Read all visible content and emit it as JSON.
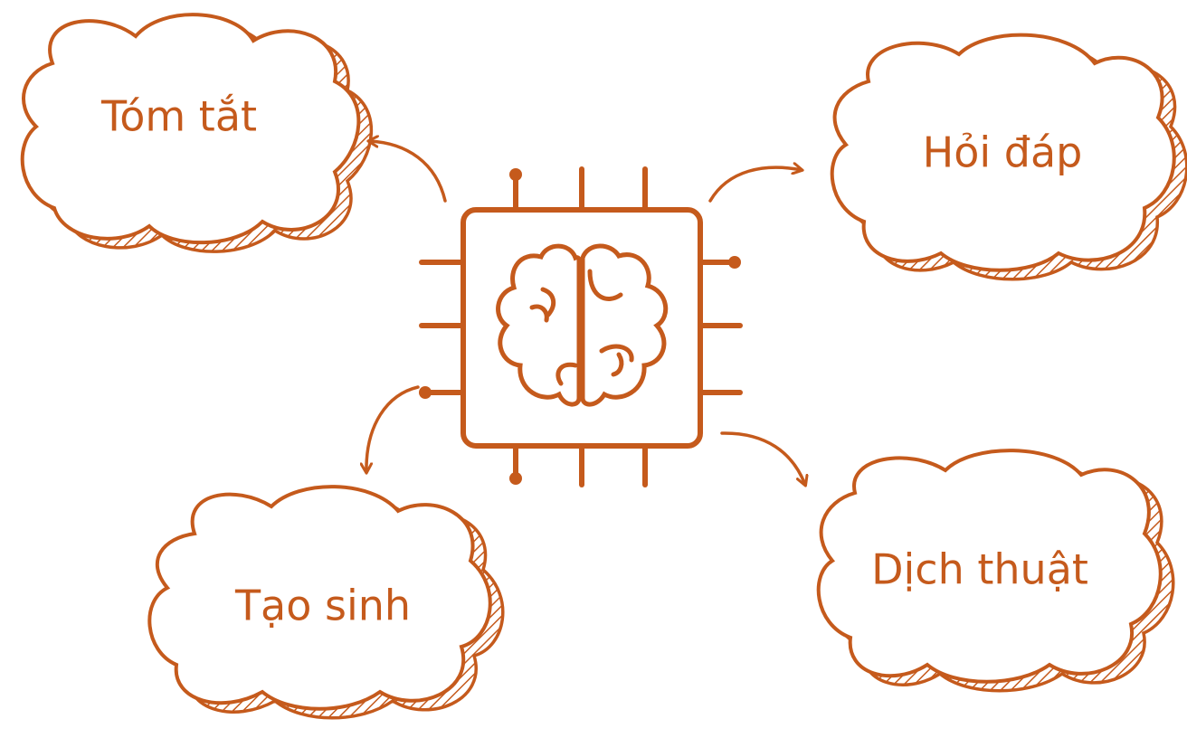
{
  "theme": {
    "stroke": "#c55a1c",
    "background": "#ffffff"
  },
  "center": {
    "icon": "ai-chip-brain-icon"
  },
  "nodes": [
    {
      "id": "summary",
      "label": "Tóm tắt"
    },
    {
      "id": "qa",
      "label": "Hỏi đáp"
    },
    {
      "id": "generation",
      "label": "Tạo sinh"
    },
    {
      "id": "translation",
      "label": "Dịch thuật"
    }
  ]
}
